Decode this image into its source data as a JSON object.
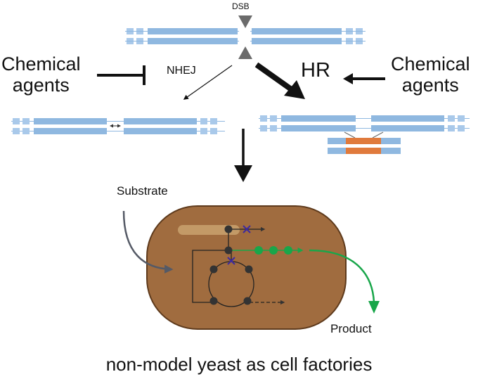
{
  "labels": {
    "dsb": "DSB",
    "chemical_left_line1": "Chemical",
    "chemical_left_line2": "agents",
    "chemical_right_line1": "Chemical",
    "chemical_right_line2": "agents",
    "nhej": "NHEJ",
    "hr": "HR",
    "substrate": "Substrate",
    "product": "Product",
    "caption": "non-model yeast  as cell factories"
  },
  "colors": {
    "dna_strand": "#8fb8e0",
    "dna_strand_light": "#a9c9ea",
    "cell_body": "#a06c3f",
    "cell_outline": "#5e3a1c",
    "cell_highlight": "#c9a26e",
    "donor_insert": "#e07a3c",
    "product_pathway": "#19a64a",
    "metabolite_node": "#333333",
    "block_mark": "#3c2aa0",
    "arrow": "#111111",
    "substrate_arrow": "#555a66"
  },
  "icons": [
    "dsb-marker-triangle",
    "inhibition-bar",
    "block-cross"
  ]
}
